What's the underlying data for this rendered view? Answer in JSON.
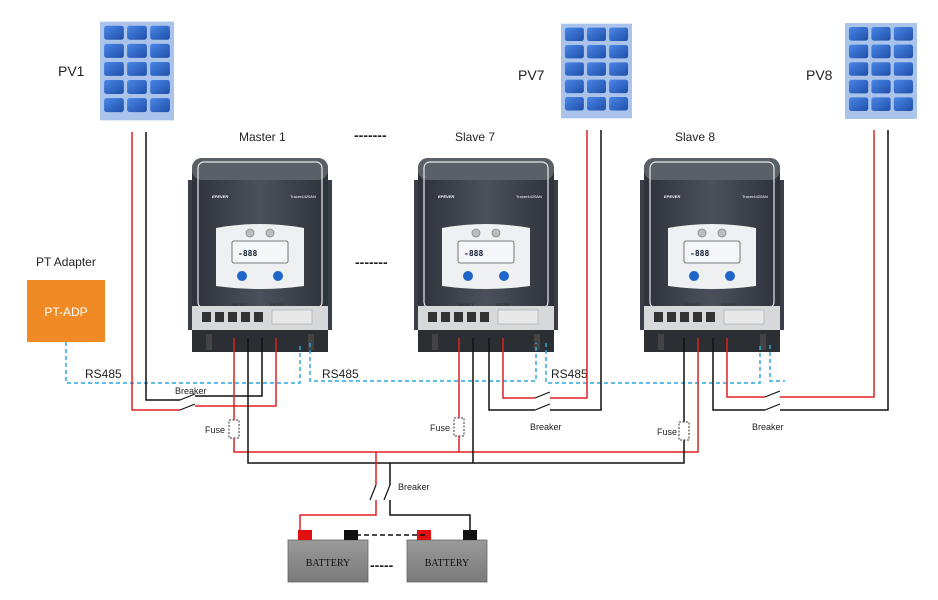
{
  "panels": [
    {
      "id": "pv1",
      "label": "PV1"
    },
    {
      "id": "pv7",
      "label": "PV7"
    },
    {
      "id": "pv8",
      "label": "PV8"
    }
  ],
  "controllers": [
    {
      "id": "master1",
      "label": "Master 1",
      "brand": "EPEVER",
      "model": "Tracer4420AN"
    },
    {
      "id": "slave7",
      "label": "Slave 7",
      "brand": "EPEVER",
      "model": "Tracer4420AN"
    },
    {
      "id": "slave8",
      "label": "Slave 8",
      "brand": "EPEVER",
      "model": "Tracer4420AN"
    }
  ],
  "controller_buttons": {
    "select": "SELECT",
    "enter": "ENTER"
  },
  "lcd_digits": "-888",
  "ellipsis": "-------",
  "adapter": {
    "title": "PT Adapter",
    "box_label": "PT-ADP"
  },
  "bus_label": "RS485",
  "component_labels": {
    "breaker": "Breaker",
    "fuse": "Fuse"
  },
  "batteries": [
    {
      "label": "BATTERY"
    },
    {
      "label": "BATTERY"
    }
  ],
  "battery_separator": "-----",
  "colors": {
    "positive_wire": "#e02020",
    "negative_wire": "#111111",
    "rs485_wire": "#2aa7e0",
    "adapter": "#f08a24",
    "panel_cell": "#2f64c8",
    "panel_frame": "#a9c3ea",
    "battery": "#8a8a8a",
    "battery_positive_terminal": "#e01010",
    "controller_body": "#454a54"
  }
}
